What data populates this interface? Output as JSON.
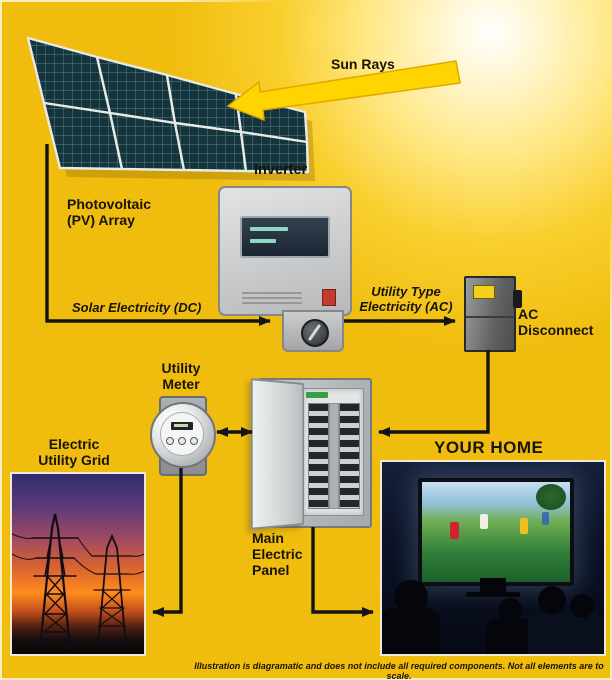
{
  "colors": {
    "background": "#F0BD0E",
    "sun_glow": "#FFFFFF",
    "sun_ray_arrow": "#FFD400",
    "connector": "#141414",
    "solar_panel_cell": "#16343C"
  },
  "labels": {
    "sun_rays": "Sun Rays",
    "pv_array": "Photovoltaic\n(PV) Array",
    "inverter": "Inverter",
    "solar_dc": "Solar Electricity (DC)",
    "utility_ac": "Utility Type\nElectricity (AC)",
    "ac_disconnect": "AC\nDisconnect",
    "utility_meter": "Utility\nMeter",
    "main_panel": "Main\nElectric\nPanel",
    "utility_grid": "Electric\nUtility Grid",
    "your_home": "YOUR HOME",
    "caption": "Illustration is diagramatic and does not include all required components. Not all elements are to scale."
  },
  "connections": [
    {
      "from": "Photovoltaic (PV) Array",
      "to": "Inverter",
      "label": "Solar Electricity (DC)",
      "bidirectional": false
    },
    {
      "from": "Inverter",
      "to": "AC Disconnect",
      "label": "Utility Type Electricity (AC)",
      "bidirectional": false
    },
    {
      "from": "AC Disconnect",
      "to": "Main Electric Panel",
      "label": "",
      "bidirectional": false
    },
    {
      "from": "Utility Meter",
      "to": "Main Electric Panel",
      "label": "",
      "bidirectional": true
    },
    {
      "from": "Utility Meter",
      "to": "Electric Utility Grid",
      "label": "",
      "bidirectional": false
    },
    {
      "from": "Main Electric Panel",
      "to": "YOUR HOME",
      "label": "",
      "bidirectional": false
    }
  ]
}
